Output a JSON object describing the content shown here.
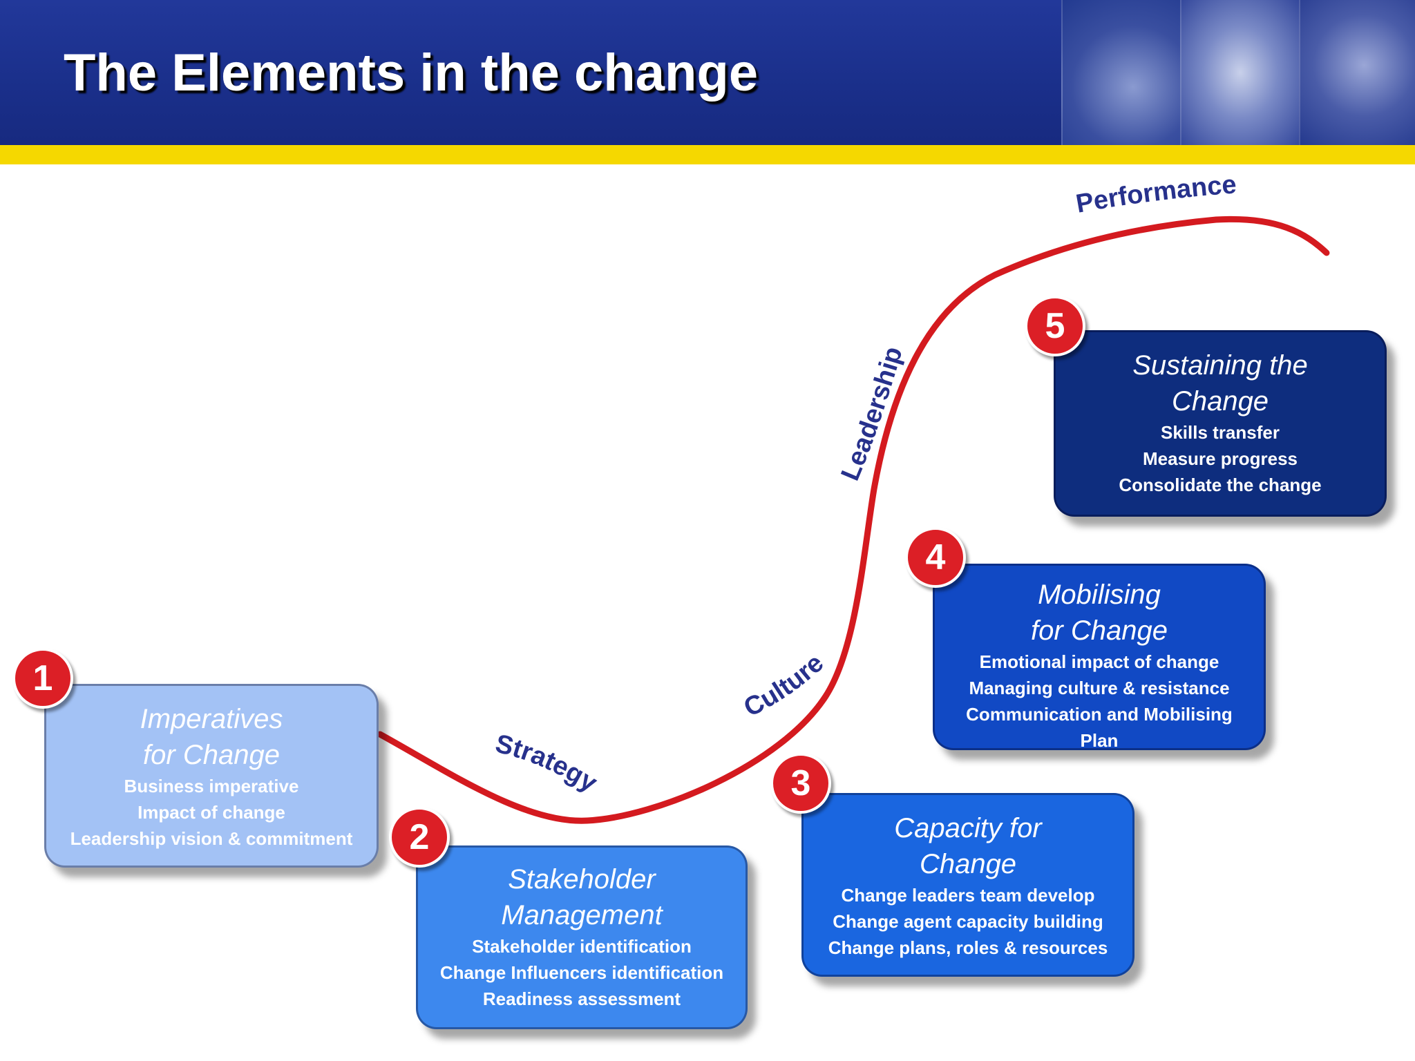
{
  "slide": {
    "title": "The Elements in the change"
  },
  "colors": {
    "header_blue": "#1a2f8a",
    "stripe_yellow": "#f5d800",
    "curve_red": "#d41a1f",
    "badge_red": "#dc1f26",
    "label_navy": "#27318c"
  },
  "curve_labels": {
    "strategy": "Strategy",
    "culture": "Culture",
    "leadership": "Leadership",
    "performance": "Performance"
  },
  "steps": [
    {
      "number": "1",
      "title_line1": "Imperatives",
      "title_line2": "for Change",
      "items": [
        "Business imperative",
        "Impact of change",
        "Leadership vision & commitment"
      ],
      "color": "#a3c2f5"
    },
    {
      "number": "2",
      "title_line1": "Stakeholder",
      "title_line2": "Management",
      "items": [
        "Stakeholder identification",
        "Change Influencers identification",
        "Readiness assessment"
      ],
      "color": "#3d88ee"
    },
    {
      "number": "3",
      "title_line1": "Capacity for",
      "title_line2": "Change",
      "items": [
        "Change leaders team develop",
        "Change agent capacity building",
        "Change plans, roles & resources"
      ],
      "color": "#1a66e0"
    },
    {
      "number": "4",
      "title_line1": "Mobilising",
      "title_line2": "for Change",
      "items": [
        "Emotional impact of change",
        "Managing culture & resistance",
        "Communication and Mobilising",
        "Plan"
      ],
      "color": "#1149c4"
    },
    {
      "number": "5",
      "title_line1": "Sustaining the",
      "title_line2": "Change",
      "items": [
        "Skills transfer",
        "Measure progress",
        "Consolidate the change"
      ],
      "color": "#0e2d7e"
    }
  ]
}
